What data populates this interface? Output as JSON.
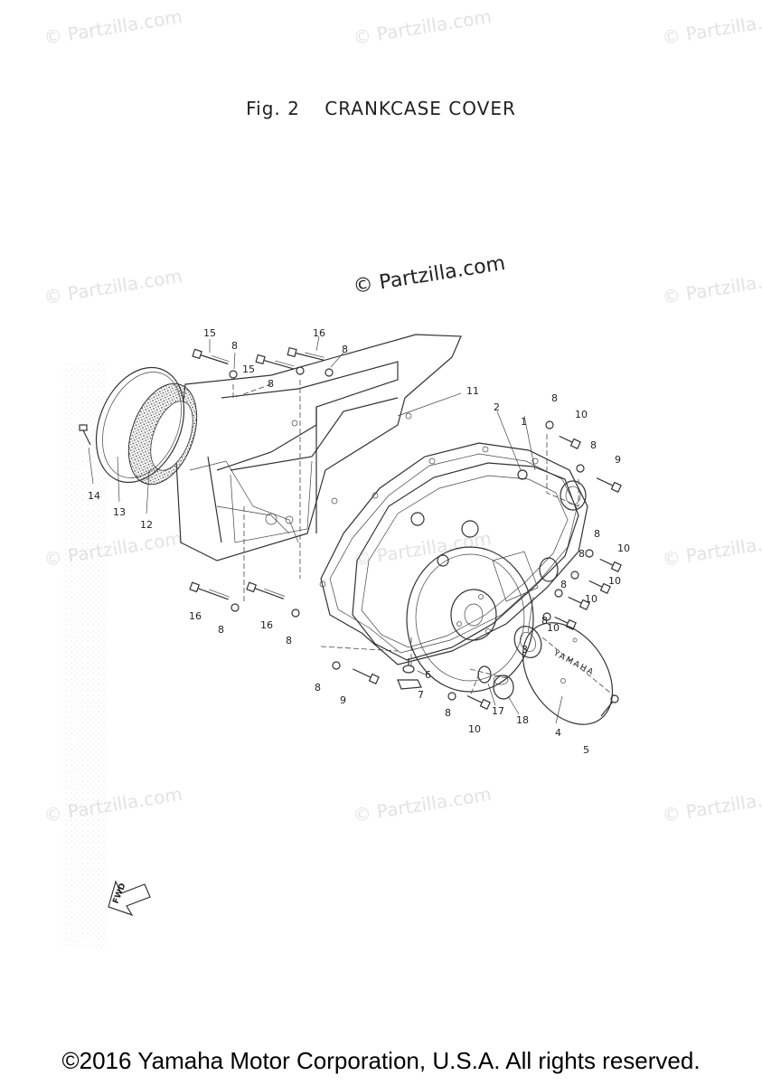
{
  "figure": {
    "number": "Fig. 2",
    "title": "CRANKCASE COVER"
  },
  "watermarks": {
    "faint_text": "© Partzilla.com",
    "main_text": "© Partzilla.com"
  },
  "callouts": {
    "c1": "1",
    "c2": "2",
    "c3": "3",
    "c4": "4",
    "c5": "5",
    "c6": "6",
    "c7": "7",
    "c8": "8",
    "c9": "9",
    "c10": "10",
    "c11": "11",
    "c12": "12",
    "c13": "13",
    "c14": "14",
    "c15": "15",
    "c16": "16",
    "c17": "17",
    "c18": "18"
  },
  "cover_lettering": "YAMAHA",
  "fwd_label": "FWD",
  "footer": {
    "copyright": "©2016 Yamaha Motor Corporation, U.S.A. All rights reserved."
  }
}
